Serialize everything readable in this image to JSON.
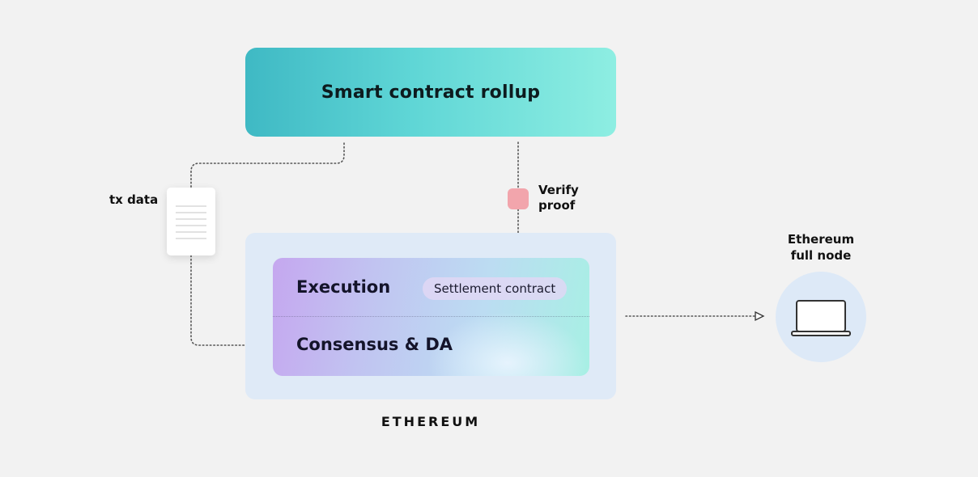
{
  "diagram": {
    "rollup": {
      "title": "Smart contract rollup"
    },
    "ethereum": {
      "caption": "ETHEREUM",
      "execution_label": "Execution",
      "settlement_label": "Settlement contract",
      "consensus_label": "Consensus & DA"
    },
    "tx_data_label": "tx data",
    "verify_label_line1": "Verify",
    "verify_label_line2": "proof",
    "node_label_line1": "Ethereum",
    "node_label_line2": "full node"
  },
  "colors": {
    "background": "#f2f2f2",
    "rollup_gradient_start": "#3fb9c4",
    "rollup_gradient_end": "#8eeee2",
    "ethereum_outer": "#dfeaf7",
    "inner_gradient_start": "#c5a7ef",
    "inner_gradient_end": "#a7f0e4",
    "verify_chip": "#f2a5ac",
    "node_circle": "#dde9f7",
    "connector": "#555555"
  },
  "icons": {
    "document": "document-icon",
    "verify": "verify-proof-icon",
    "node": "laptop-icon"
  }
}
